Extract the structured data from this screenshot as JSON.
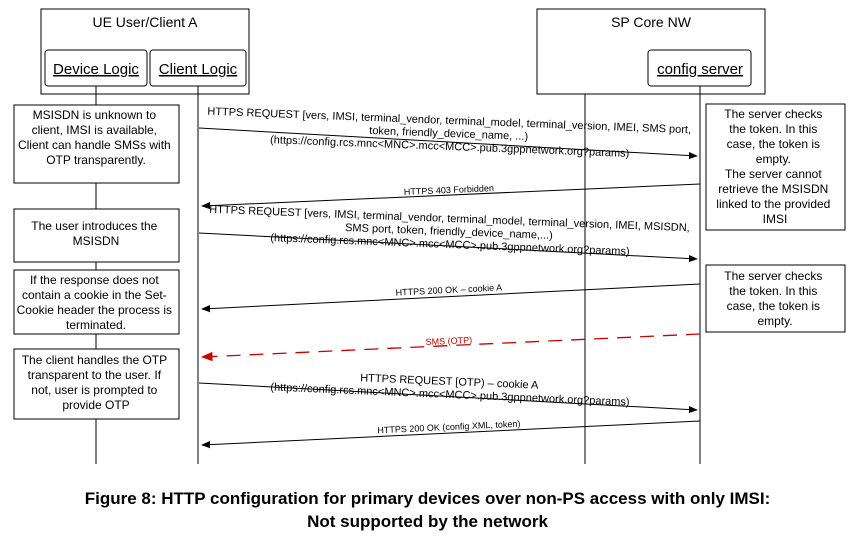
{
  "entities": {
    "ue_group": "UE User/Client A",
    "sp_group": "SP Core NW",
    "device_logic": "Device Logic",
    "client_logic": "Client Logic",
    "config_server": "config server"
  },
  "notes": {
    "n1": [
      "MSISDN is unknown to",
      "client, IMSI is available,",
      "Client can handle SMSs with",
      "OTP transparently."
    ],
    "n2": [
      "The user introduces the",
      "MSISDN"
    ],
    "n3": [
      "If the response does not",
      "contain a cookie in the Set-",
      "Cookie header the process is",
      "terminated."
    ],
    "n4": [
      "The client handles the OTP",
      "transparent to the user. If",
      "not, user is prompted to",
      "provide OTP"
    ],
    "s1": [
      "The server checks",
      "the token. In this",
      "case, the token is",
      "empty.",
      "The server cannot",
      "retrieve the MSISDN",
      "linked to the provided",
      "IMSI"
    ],
    "s2": [
      "The server checks",
      "the token. In this",
      "case, the token is",
      "empty."
    ]
  },
  "messages": {
    "m1": [
      "HTTPS REQUEST [vers, IMSI, terminal_vendor, terminal_model, terminal_version, IMEI, SMS port,",
      "token, friendly_device_name, ...)",
      "(https://config.rcs.mnc<MNC>.mcc<MCC>.pub.3gppnetwork.org?params)"
    ],
    "m2": "HTTPS 403 Forbidden",
    "m3": [
      "HTTPS REQUEST [vers, IMSI, terminal_vendor, terminal_model, terminal_version, IMEI, MSISDN,",
      "SMS port, token, friendly_device_name,...)",
      "(https://config.rcs.mnc<MNC>.mcc<MCC>.pub.3gppnetwork.org?params)"
    ],
    "m4": "HTTPS 200 OK – cookie A",
    "m5": "SMS (OTP)",
    "m6": [
      "HTTPS REQUEST [OTP) – cookie A",
      "(https://config.rcs.mnc<MNC>.mcc<MCC>.pub.3gppnetwork.org?params)"
    ],
    "m7": "HTTPS 200 OK (config XML, token)"
  },
  "colors": {
    "sms_arrow": "#cc0000",
    "lines": "#000000"
  },
  "caption": {
    "line1": "Figure 8: HTTP configuration for primary devices over non-PS access with only IMSI:",
    "line2": "Not supported by the network"
  }
}
